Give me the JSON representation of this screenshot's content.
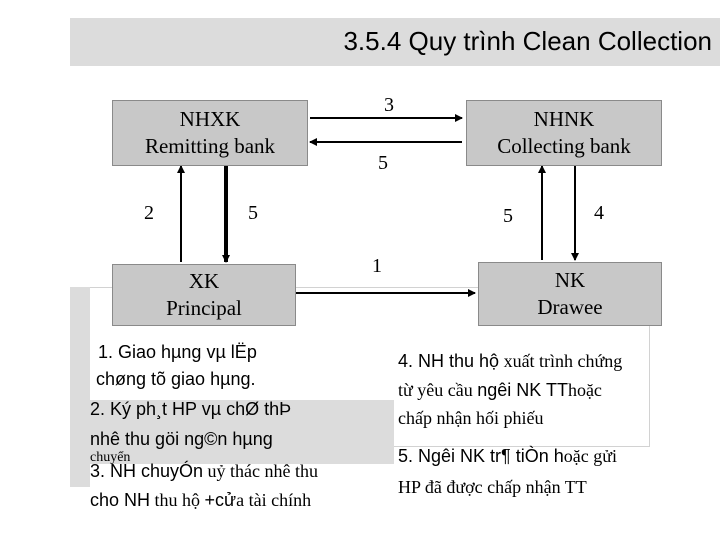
{
  "title": "3.5.4  Quy trình Clean Collection",
  "boxes": {
    "nhxk": {
      "line1": "NHXK",
      "line2": "Remitting bank"
    },
    "nhnk": {
      "line1": "NHNK",
      "line2": "Collecting bank"
    },
    "xk": {
      "line1": "XK",
      "line2": "Principal"
    },
    "nk": {
      "line1": "NK",
      "line2": "Drawee"
    }
  },
  "arrow_labels": {
    "top_right": "3",
    "top_left": "5",
    "left_up": "2",
    "left_down": "5",
    "right_up": "5",
    "right_down": "4",
    "bottom": "1"
  },
  "notes": {
    "n1_line1": "1. Giao hµng vµ lËp",
    "n1_line2": "chøng tõ giao hµng.",
    "n2_line1": "2. Ký ph¸t HP vµ chØ thÞ",
    "n2_line2": "nhê thu göi ng©n hµng",
    "n2_line3": "chuyển",
    "n3_num": "3. NH chuyÓn",
    "n3_rest": " uỷ thác nhê thu",
    "n3_line2a": "cho NH",
    "n3_line2b": " thu hộ ",
    "n3_line2c": "+cử",
    "n3_line2d": "a tài chính",
    "n4_line1a": "4. NH thu hộ",
    "n4_line1b": " xuất trình chứng",
    "n4_line2a": "từ yêu cầu ",
    "n4_line2b": "ng­êi NK TT",
    "n4_line2c": "hoặc",
    "n4_line3": "chấp nhận hối phiếu",
    "n5_line1a": "5. Ng­êi NK tr¶ tiÒn h",
    "n5_line1b": "oặc gửi",
    "n5_line2": "HP đã được chấp nhận TT"
  }
}
